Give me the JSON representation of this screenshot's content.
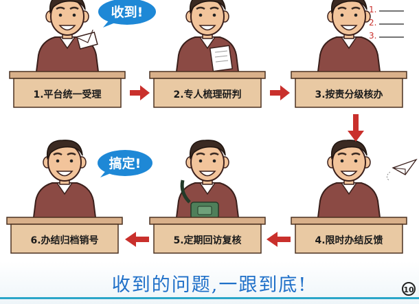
{
  "steps": [
    {
      "label": "1.平台统一受理"
    },
    {
      "label": "2.专人梳理研判"
    },
    {
      "label": "3.按责分级核办"
    },
    {
      "label": "4.限时办结反馈"
    },
    {
      "label": "5.定期回访复核"
    },
    {
      "label": "6.办结归档销号"
    }
  ],
  "bubbles": {
    "received": "收到!",
    "done": "搞定!"
  },
  "note_lines": [
    "1.",
    "2.",
    "3."
  ],
  "slogan": "收到的问题,一跟到底!",
  "page_number": "10",
  "colors": {
    "arrow": "#c9302c",
    "bubble": "#1e88d6",
    "slogan": "#1e6fc8",
    "desk": "#e9c9a3",
    "shirt": "#8b4a44"
  }
}
